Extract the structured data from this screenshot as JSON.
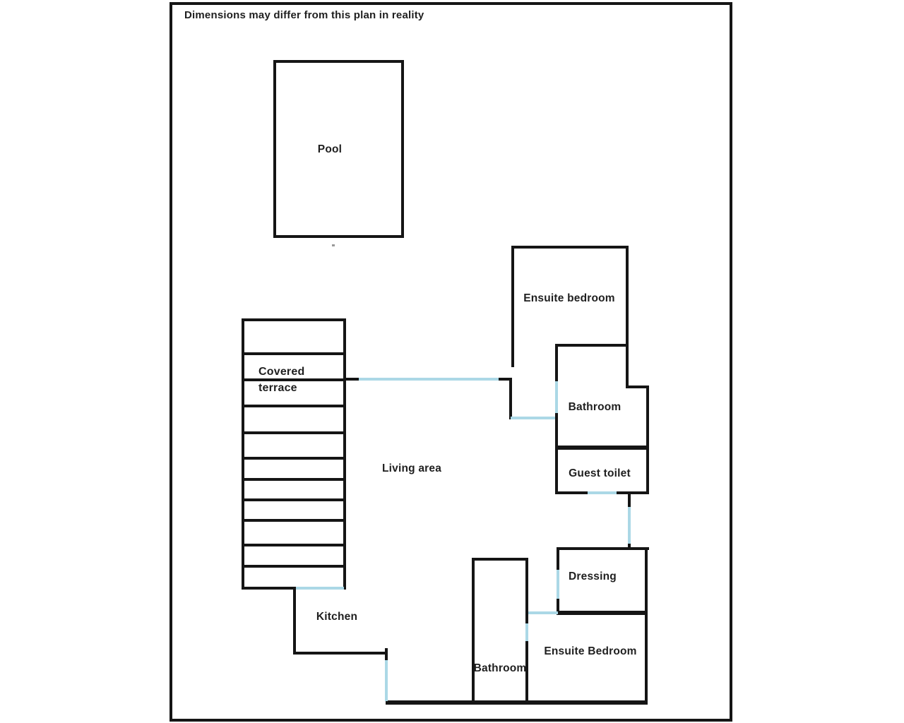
{
  "notice": "Dimensions may differ from this plan in reality",
  "colors": {
    "wall": "#151515",
    "opening": "#abd8e6",
    "background": "#ffffff",
    "text": "#1f1f1f"
  },
  "rooms": {
    "pool": "Pool",
    "covered_terrace_line1": "Covered",
    "covered_terrace_line2": "terrace",
    "living_area": "Living area",
    "kitchen": "Kitchen",
    "ensuite_bedroom_top": "Ensuite bedroom",
    "bathroom_top": "Bathroom",
    "guest_toilet": "Guest toilet",
    "dressing": "Dressing",
    "bathroom_bottom": "Bathroom",
    "ensuite_bedroom_bottom": "Ensuite Bedroom"
  }
}
